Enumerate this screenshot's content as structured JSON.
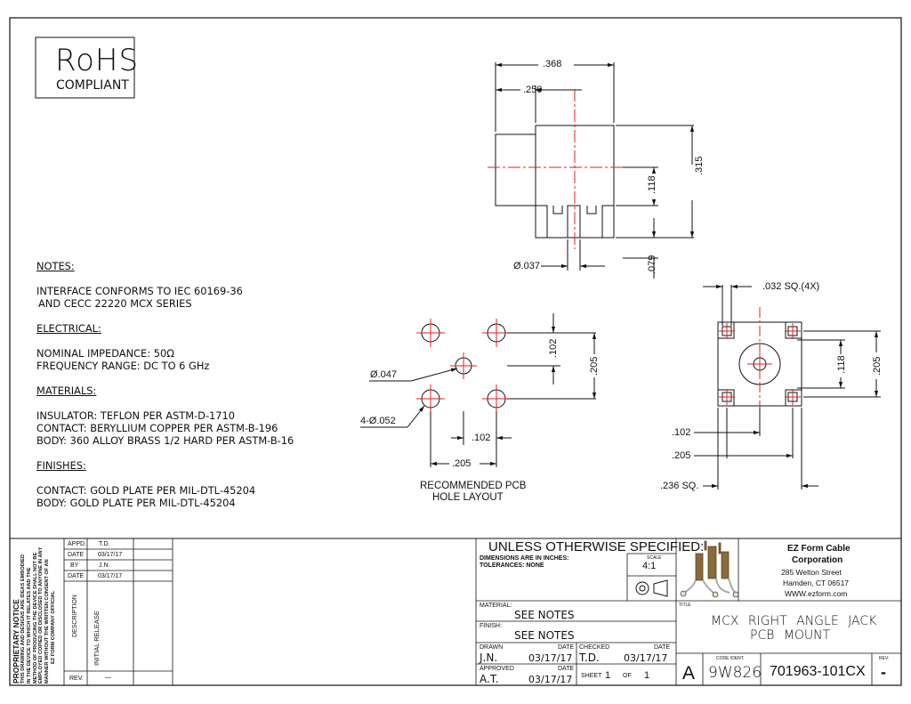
{
  "rohs": {
    "line1": "RoHS",
    "line2": "COMPLIANT"
  },
  "notes": {
    "heading": "NOTES:",
    "interface1": "INTERFACE CONFORMS TO IEC 60169-36",
    "interface2": "AND CECC 22220 MCX SERIES",
    "electrical_heading": "ELECTRICAL:",
    "impedance": "NOMINAL IMPEDANCE: 50Ω",
    "frequency": "FREQUENCY RANGE: DC TO 6 GHz",
    "materials_heading": "MATERIALS:",
    "insulator": "INSULATOR: TEFLON PER ASTM-D-1710",
    "contact": "CONTACT: BERYLLIUM COPPER PER ASTM-B-196",
    "body": "BODY: 360 ALLOY BRASS 1/2 HARD PER ASTM-B-16",
    "finishes_heading": "FINISHES:",
    "finish_contact": "CONTACT: GOLD PLATE PER MIL-DTL-45204",
    "finish_body": "BODY: GOLD PLATE PER MIL-DTL-45204"
  },
  "side_view": {
    "dim_overall": ".368",
    "dim_body": ".250",
    "dim_height": ".315",
    "dim_center": ".118",
    "dim_pin": "Ø.037",
    "dim_pin_len": ".079"
  },
  "pcb_layout": {
    "dim_center_hole": "Ø.047",
    "dim_holes": "4-Ø.052",
    "dim_v_half": ".102",
    "dim_v_full": ".205",
    "dim_h_half": ".102",
    "dim_h_full": ".205",
    "caption1": "RECOMMENDED PCB",
    "caption2": "HOLE LAYOUT"
  },
  "bottom_view": {
    "dim_pads": ".032 SQ.(4X)",
    "dim_center": ".118",
    "dim_height": ".205",
    "dim_h_half": ".102",
    "dim_h_full": ".205",
    "dim_square": ".236 SQ."
  },
  "proprietary": {
    "title": "PROPRIETARY NOTICE",
    "l1": "THIS DRAWING AND DESIGNS ARE IDEAS EMBODIED",
    "l2": "IN THE DEVICE TO WHICH IT RELATES AND THE",
    "l3": "METHOD OF PRODUCING THE DEVICE SHALL NOT BE",
    "l4": "EMPLOYED COPIED OR DISCLOSED TO ANYONE IN ANY",
    "l5": "MANNER WITHOUT THE WRITTEN CONSENT OF AN",
    "l6": "EZ FORM COMPANY OFFICIAL"
  },
  "revision": {
    "appd_label": "APPD.",
    "appd_value": "T.D.",
    "date_label": "DATE",
    "date1": "03/17/17",
    "by_label": "BY",
    "by_value": "J.N.",
    "date2": "03/17/17",
    "description_label": "DESCRIPTION",
    "description_value": "INITIAL RELEASE",
    "rev_label": "REV.",
    "rev_value": "—"
  },
  "title_block": {
    "unless": "UNLESS OTHERWISE SPECIFIED:",
    "dims": "DIMENSIONS ARE IN INCHES:",
    "tolerances": "TOLERANCES: NONE",
    "scale_label": "SCALE",
    "scale_value": "4:1",
    "material_label": "MATERIAL:",
    "material_value": "SEE NOTES",
    "finish_label": "FINISH:",
    "finish_value": "SEE NOTES",
    "drawn_label": "DRAWN",
    "drawn_value": "J.N.",
    "drawn_date": "03/17/17",
    "date_label": "DATE",
    "checked_label": "CHECKED",
    "checked_value": "T.D.",
    "checked_date": "03/17/17",
    "approved_label": "APPROVED",
    "approved_value": "A.T.",
    "approved_date": "03/17/17",
    "sheet_label": "SHEET",
    "sheet_num": "1",
    "of_label": "OF",
    "sheet_total": "1",
    "company1": "EZ Form Cable",
    "company2": "Corporation",
    "address1": "285 Welton Street",
    "address2": "Hamden, CT 06517",
    "web": "WWW.ezform.com",
    "title_label": "TITLE",
    "title1": "MCX RIGHT ANGLE JACK",
    "title2": "PCB MOUNT",
    "size": "A",
    "code_label": "CODE IDENT.",
    "code_value": "9W826",
    "part": "701963-101CX",
    "rev_label": "REV.",
    "rev_value": "-"
  },
  "colors": {
    "line": "#111111",
    "centerline": "#e02020",
    "logo": "#8a6a3a"
  }
}
